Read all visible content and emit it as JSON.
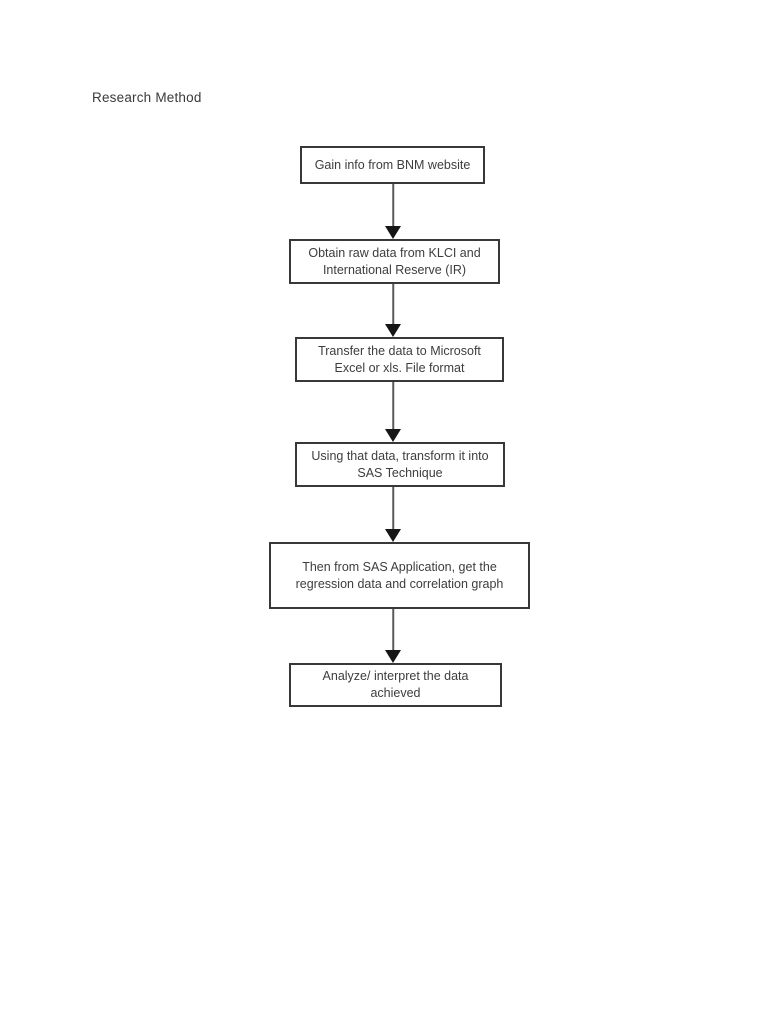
{
  "document": {
    "title": "Research Method"
  },
  "flowchart": {
    "steps": [
      {
        "label": "Gain info from BNM website"
      },
      {
        "label": "Obtain raw data from KLCI and International Reserve (IR)"
      },
      {
        "label": "Transfer the data to Microsoft Excel or xls. File format"
      },
      {
        "label": "Using that data, transform it into SAS Technique"
      },
      {
        "label": "Then from SAS Application, get the regression data and correlation graph"
      },
      {
        "label": "Analyze/ interpret the data achieved"
      }
    ],
    "connector_count": 5,
    "colors": {
      "box_border": "#383838",
      "text": "#3d3d3d",
      "arrow_line": "#5a5a5a",
      "arrow_head": "#161616",
      "page_background": "#ffffff"
    }
  }
}
